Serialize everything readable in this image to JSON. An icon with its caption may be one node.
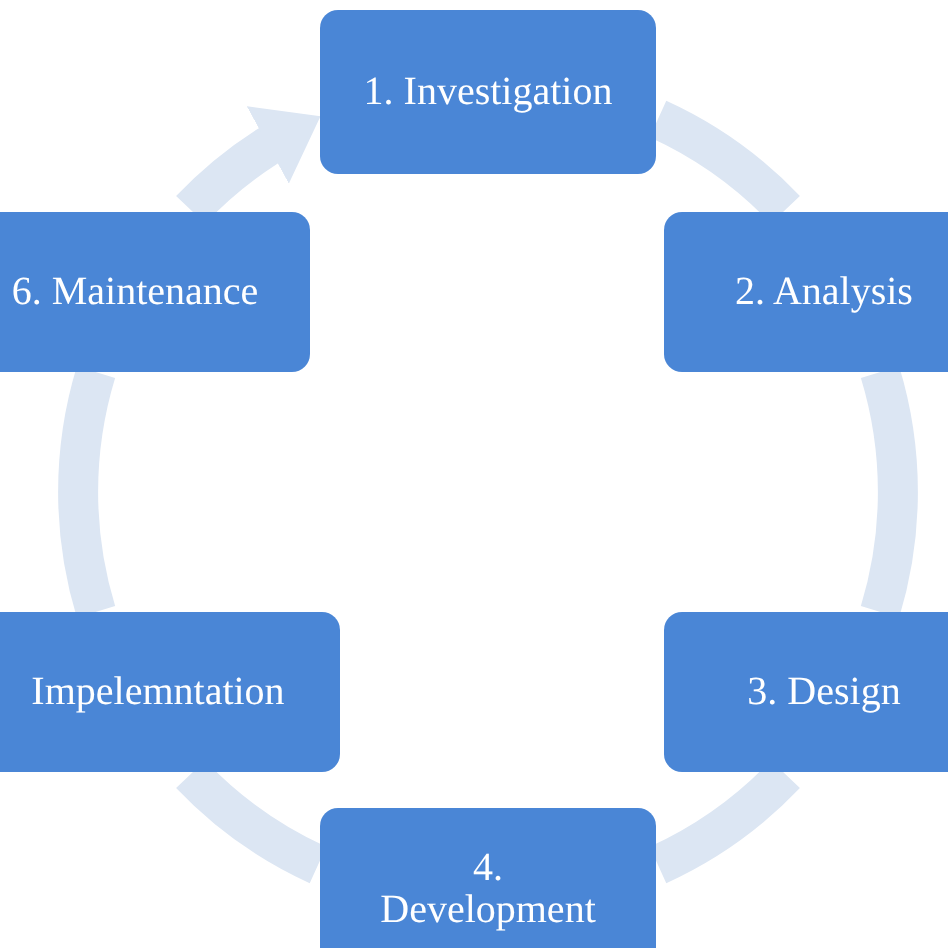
{
  "diagram": {
    "nodes": [
      {
        "text": [
          "1. Investigation"
        ]
      },
      {
        "text": [
          "2. Analysis"
        ]
      },
      {
        "text": [
          "3. Design"
        ]
      },
      {
        "text": [
          "4. Development"
        ]
      },
      {
        "text": [
          "Impelemntation"
        ]
      },
      {
        "text": [
          "6. Maintenance"
        ]
      }
    ],
    "edges": [
      {
        "from": 0,
        "to": 1,
        "arrow": "none"
      },
      {
        "from": 1,
        "to": 2,
        "arrow": "none"
      },
      {
        "from": 2,
        "to": 3,
        "arrow": "none"
      },
      {
        "from": 3,
        "to": 4,
        "arrow": "none"
      },
      {
        "from": 4,
        "to": 5,
        "arrow": "none"
      },
      {
        "from": 5,
        "to": 0,
        "arrow": "to"
      }
    ]
  }
}
